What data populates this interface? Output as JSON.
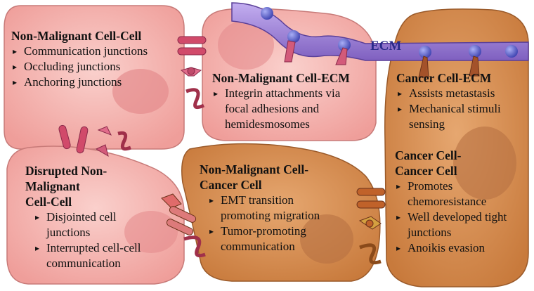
{
  "ecm_label": "ECM",
  "colors": {
    "normal_cell": "#f4b3ae",
    "cancer_cell": "#d58a4a",
    "nucleus_normal": "#e88c8c",
    "nucleus_cancer": "#b86c3a",
    "ecm_band": "#9b7fd0",
    "ecm_bead": "#5a5fd0",
    "junction_pink": "#d14a6a",
    "junction_orange": "#c0622a"
  },
  "sections": {
    "nm_cell_cell": {
      "title": "Non-Malignant Cell-Cell",
      "items": [
        "Communication junctions",
        "Occluding junctions",
        "Anchoring junctions"
      ]
    },
    "nm_cell_ecm": {
      "title": "Non-Malignant Cell-ECM",
      "items": [
        "Integrin attachments via\nfocal adhesions and\nhemidesmosomes"
      ]
    },
    "cancer_ecm": {
      "title": "Cancer Cell-ECM",
      "items": [
        "Assists metastasis",
        "Mechanical stimuli\nsensing"
      ]
    },
    "cancer_cancer": {
      "title": "Cancer Cell-\nCancer Cell",
      "items": [
        "Promotes\nchemoresistance",
        "Well developed tight\njunctions",
        "Anoikis evasion"
      ]
    },
    "disrupted": {
      "title": "Disrupted Non-\nMalignant\nCell-Cell",
      "items": [
        "Disjointed cell\njunctions",
        "Interrupted cell-cell\ncommunication"
      ]
    },
    "nm_cancer": {
      "title": "Non-Malignant Cell-\nCancer Cell",
      "items": [
        "EMT transition\npromoting migration",
        "Tumor-promoting\ncommunication"
      ]
    }
  }
}
